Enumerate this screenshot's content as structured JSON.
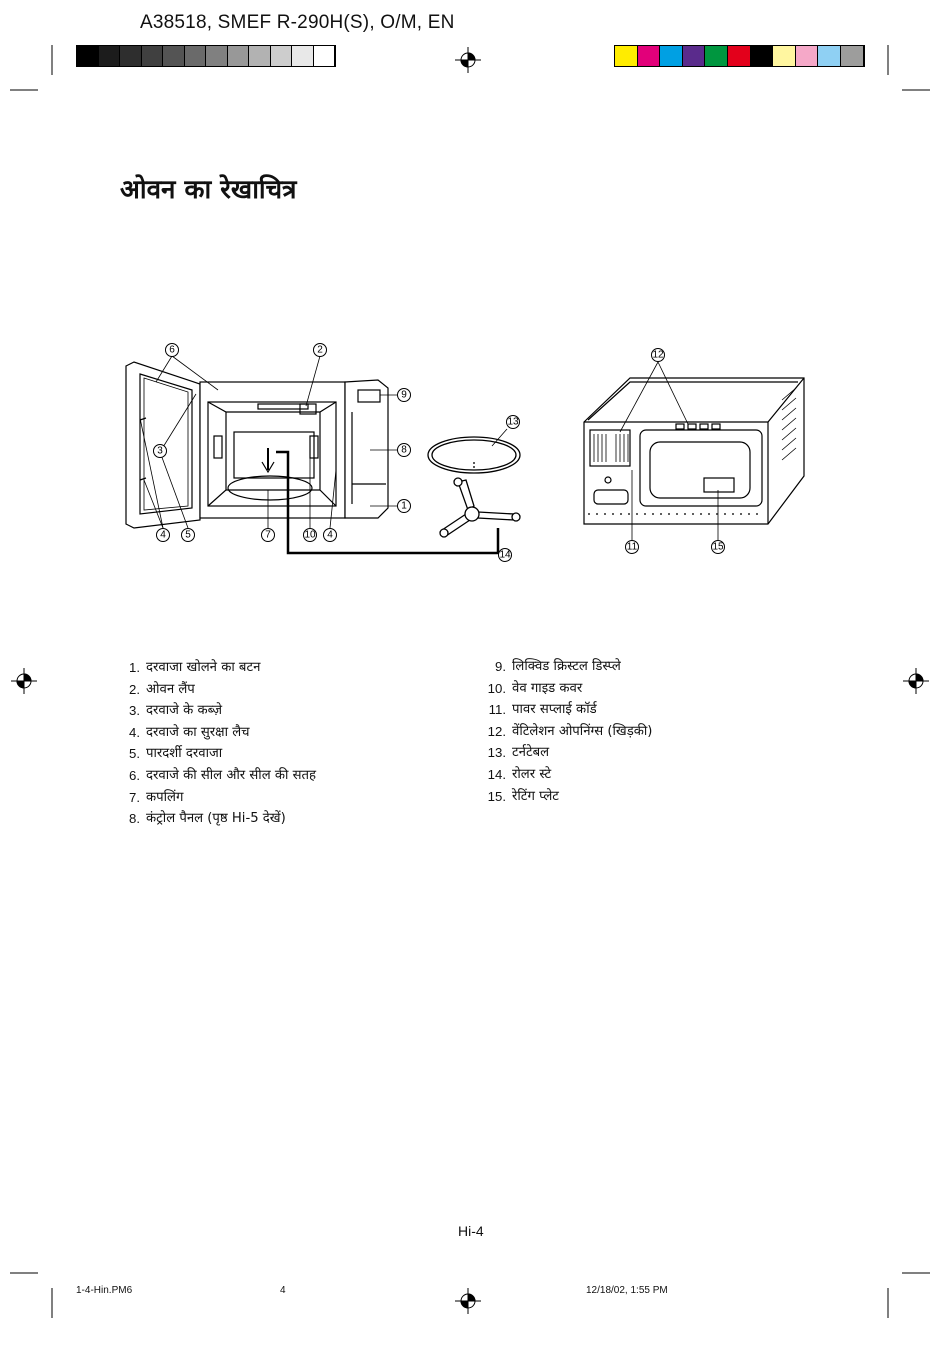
{
  "header": {
    "doc_id": "A38518, SMEF R-290H(S), O/M, EN",
    "gray_swatches": [
      "#000000",
      "#1c1c1c",
      "#2e2e2e",
      "#404040",
      "#545454",
      "#6a6a6a",
      "#808080",
      "#989898",
      "#b2b2b2",
      "#cdcdcd",
      "#e8e8e8",
      "#ffffff"
    ],
    "color_swatches": [
      "#ffec00",
      "#e2007a",
      "#00a0e3",
      "#5a2b8c",
      "#00963f",
      "#e3001b",
      "#000000",
      "#fff6a0",
      "#f5a8c8",
      "#8fd0f3",
      "#9d9d9c"
    ]
  },
  "title": "ओवन का रेखाचित्र",
  "diagram": {
    "callouts_front": [
      "6",
      "2",
      "9",
      "8",
      "1",
      "3",
      "4",
      "5",
      "7",
      "10",
      "4"
    ],
    "callouts_accessories": [
      "13",
      "14"
    ],
    "callouts_rear": [
      "12",
      "11",
      "15"
    ]
  },
  "parts_left": [
    {
      "num": "1.",
      "text": "दरवाजा खोलने का बटन"
    },
    {
      "num": "2.",
      "text": "ओवन लैंप"
    },
    {
      "num": "3.",
      "text": "दरवाजे के कब्ज़े"
    },
    {
      "num": "4.",
      "text": "दरवाजे का सुरक्षा लैच"
    },
    {
      "num": "5.",
      "text": "पारदर्शी दरवाजा"
    },
    {
      "num": "6.",
      "text": "दरवाजे की सील और सील की सतह"
    },
    {
      "num": "7.",
      "text": "कपलिंग"
    },
    {
      "num": "8.",
      "text": "कंट्रोल पैनल (पृष्ठ Hi-5 देखें)"
    }
  ],
  "parts_right": [
    {
      "num": "9.",
      "text": "लिक्विड क्रिस्टल डिस्प्ले"
    },
    {
      "num": "10.",
      "text": "वेव गाइड कवर"
    },
    {
      "num": "11.",
      "text": "पावर सप्लाई कॉर्ड"
    },
    {
      "num": "12.",
      "text": "वेंटिलेशन ओपनिंग्स (खिड़की)"
    },
    {
      "num": "13.",
      "text": "टर्नटेबल"
    },
    {
      "num": "14.",
      "text": "रोलर स्टे"
    },
    {
      "num": "15.",
      "text": "रेटिंग प्लेट"
    }
  ],
  "page_number": "Hi-4",
  "footer": {
    "file": "1-4-Hin.PM6",
    "sheet": "4",
    "timestamp": "12/18/02, 1:55 PM"
  }
}
